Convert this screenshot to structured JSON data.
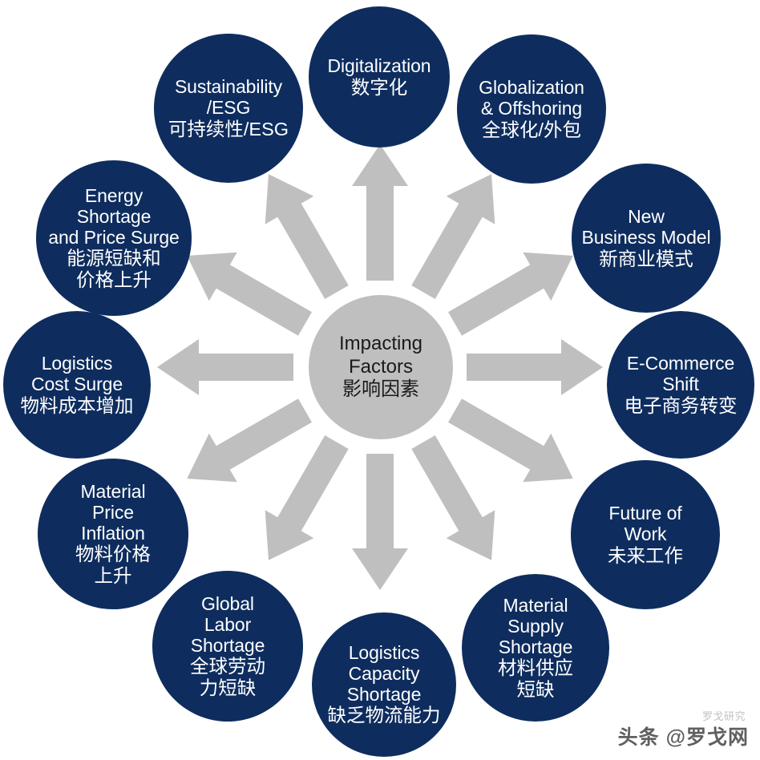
{
  "diagram": {
    "type": "radial-hub-and-spoke",
    "hub": {
      "en": "Impacting\nFactors",
      "zh": "影响因素",
      "fill": "#bfbfbf",
      "text_color": "#1a1a1a"
    },
    "arrow": {
      "color": "#bfbfbf",
      "count": 12,
      "direction": "outward-from-hub"
    },
    "node_fill": "#0e2d5e",
    "node_text_color": "#ffffff",
    "background": "#ffffff",
    "nodes": [
      {
        "en": "Digitalization",
        "zh": "数字化",
        "angle_deg": 270
      },
      {
        "en": "Globalization\n& Offshoring",
        "zh": "全球化/外包",
        "angle_deg": 300
      },
      {
        "en": "New\nBusiness Model",
        "zh": "新商业模式",
        "angle_deg": 330
      },
      {
        "en": "E-Commerce\nShift",
        "zh": "电子商务转变",
        "angle_deg": 0
      },
      {
        "en": "Future of\nWork",
        "zh": "未来工作",
        "angle_deg": 30
      },
      {
        "en": "Material\nSupply\nShortage",
        "zh": "材料供应\n短缺",
        "angle_deg": 60
      },
      {
        "en": "Logistics\nCapacity\nShortage",
        "zh": "缺乏物流能力",
        "angle_deg": 90
      },
      {
        "en": "Global\nLabor\nShortage",
        "zh": "全球劳动\n力短缺",
        "angle_deg": 120
      },
      {
        "en": "Material\nPrice\nInflation",
        "zh": "物料价格\n上升",
        "angle_deg": 150
      },
      {
        "en": "Logistics\nCost Surge",
        "zh": "物料成本增加",
        "angle_deg": 180
      },
      {
        "en": "Energy\nShortage\nand Price Surge",
        "zh": "能源短缺和\n价格上升",
        "angle_deg": 210
      },
      {
        "en": "Sustainability\n/ESG",
        "zh": "可持续性/ESG",
        "angle_deg": 240
      }
    ]
  },
  "watermark": {
    "text": "头条 @罗戈网",
    "sub": "罗戈研究"
  }
}
